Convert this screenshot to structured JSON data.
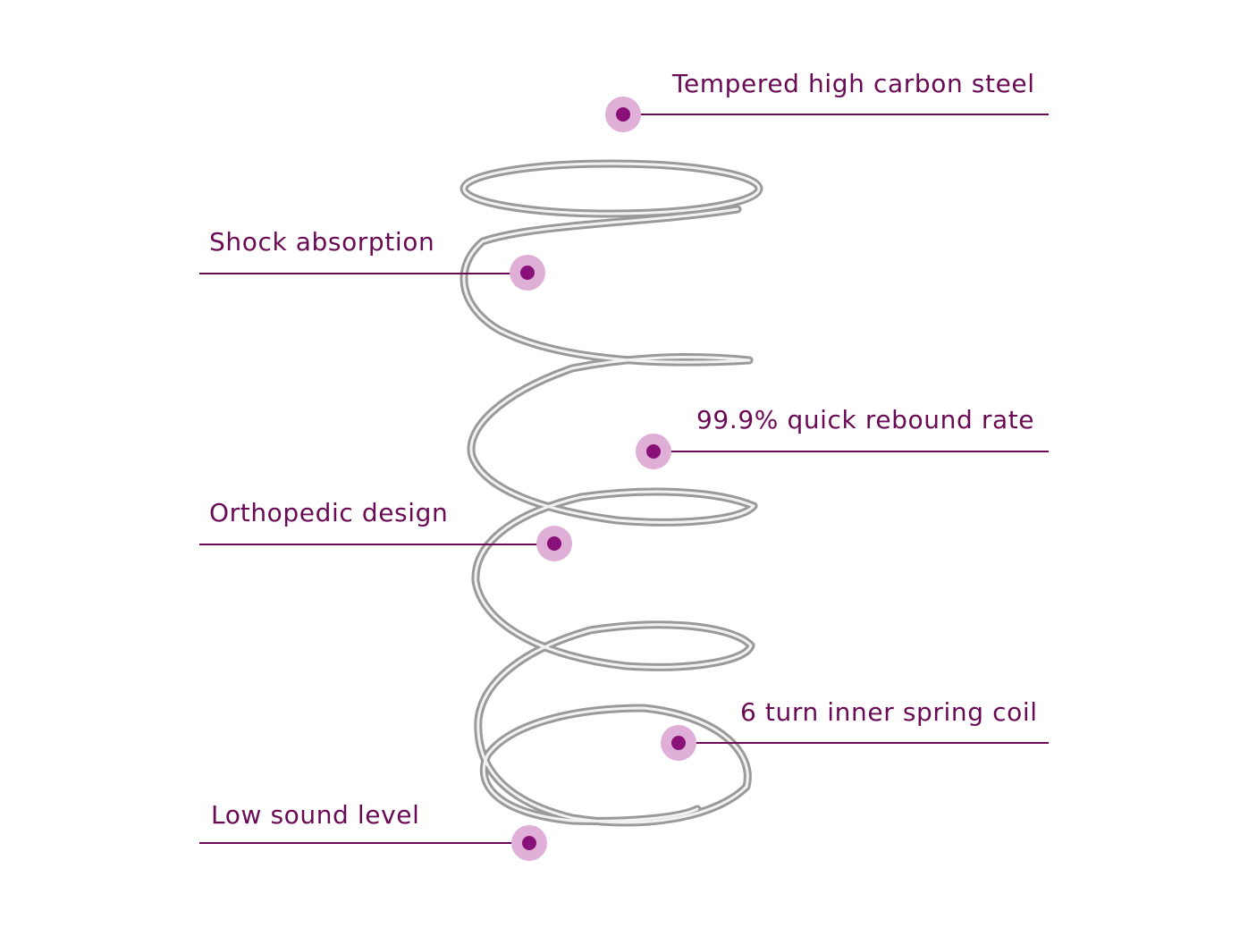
{
  "callouts": [
    {
      "label": "Tempered high carbon steel"
    },
    {
      "label": "Shock absorption"
    },
    {
      "label": "99.9% quick rebound rate"
    },
    {
      "label": "Orthopedic design"
    },
    {
      "label": "6 turn inner spring coil"
    },
    {
      "label": "Low sound level"
    }
  ],
  "colors": {
    "accent": "#6a0a55",
    "marker_halo": "#dfafd7",
    "marker_dot": "#8a1079",
    "steel": "#b4b4b4"
  }
}
